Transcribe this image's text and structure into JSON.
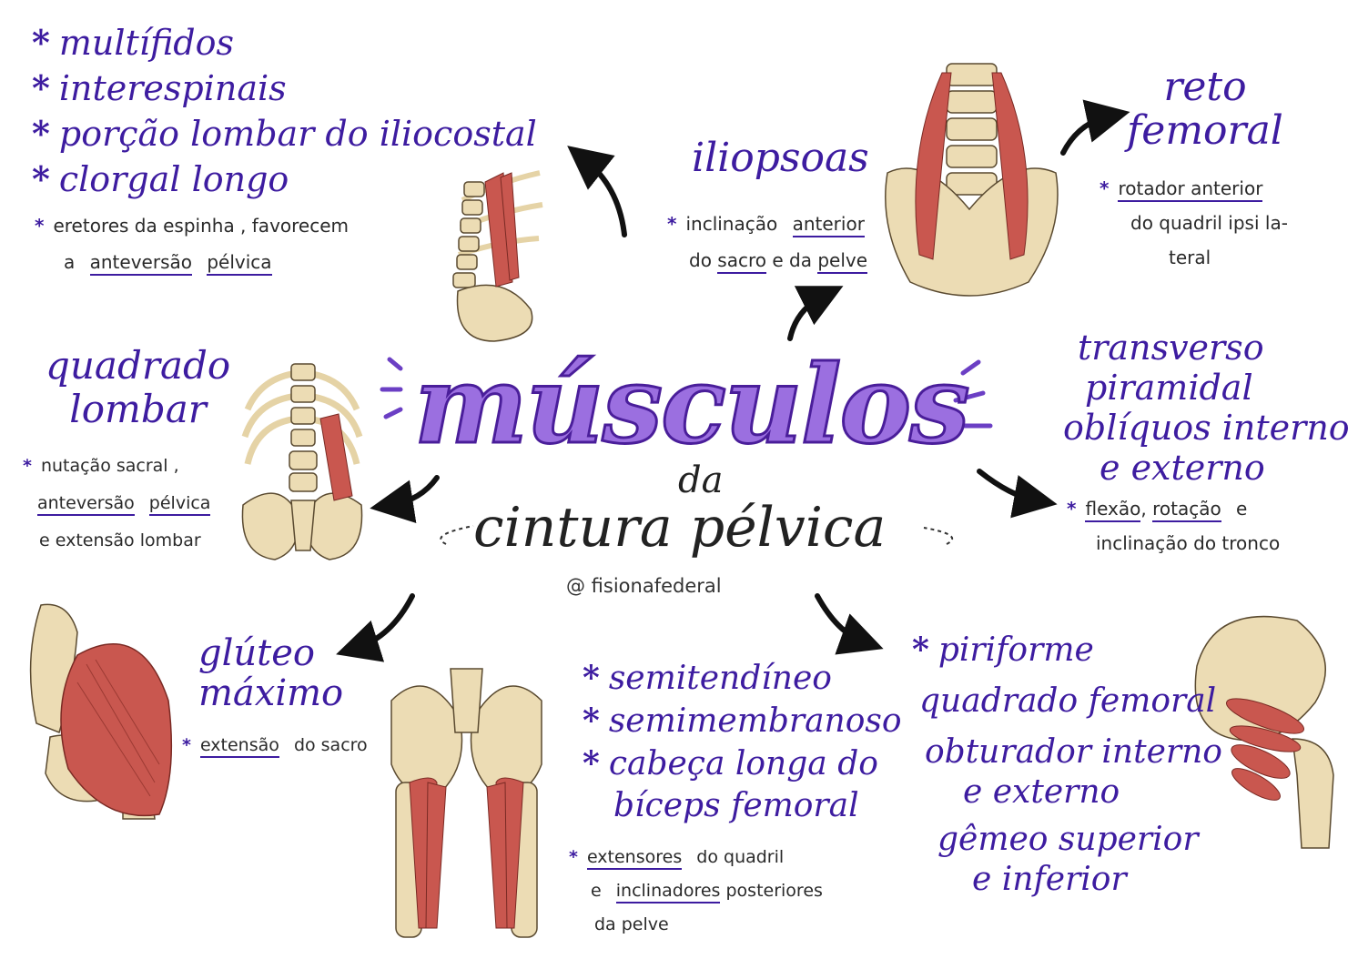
{
  "colors": {
    "accent": "#3d1ca0",
    "title_fill": "#9b6fe0",
    "muscle": "#c9574f",
    "bone": "#ecdcb4"
  },
  "title": {
    "main": "músculos",
    "da": "da",
    "sub": "cintura pélvica"
  },
  "handle": "@ fisionafederal",
  "star": "*",
  "sections": {
    "spinal": {
      "list": [
        "multífidos",
        "interespinais",
        "porção lombar do iliocostal",
        "clorgal longo"
      ],
      "note_line1": "eretores da espinha , favorecem",
      "note_a": "a",
      "note_u1": "anteversão",
      "note_u2": "pélvica"
    },
    "iliopsoas": {
      "title": "iliopsoas",
      "note_a": "inclinação",
      "note_u1": "anterior",
      "note_b": "do",
      "note_u2": "sacro",
      "note_c": "e da",
      "note_u3": "pelve"
    },
    "reto": {
      "title1": "reto",
      "title2": "femoral",
      "note_u1": "rotador anterior",
      "note_2": "do quadril ipsi la-",
      "note_3": "teral"
    },
    "quadrado": {
      "title1": "quadrado",
      "title2": "lombar",
      "note_1": "nutação sacral ,",
      "note_u1": "anteversão",
      "note_u2": "pélvica",
      "note_3": "e extensão lombar"
    },
    "transverso": {
      "t1": "transverso",
      "t2": "piramidal",
      "t3": "oblíquos interno",
      "t4": "e externo",
      "note_u1": "flexão",
      "note_comma": ",",
      "note_u2": "rotação",
      "note_e": "e",
      "note_2": "inclinação do tronco"
    },
    "gluteo": {
      "title1": "glúteo",
      "title2": "máximo",
      "note_u1": "extensão",
      "note_rest": "do sacro"
    },
    "hamstrings": {
      "list": [
        "semitendíneo",
        "semimembranoso",
        "cabeça longa do",
        "bíceps femoral"
      ],
      "note_u1": "extensores",
      "note_rest1": "do quadril",
      "note_e": "e",
      "note_u2": "inclinadores",
      "note_rest2": "posteriores",
      "note_3": "da pelve"
    },
    "rotators": {
      "l1": "piriforme",
      "l2": "quadrado femoral",
      "l3": "obturador interno",
      "l4": "e externo",
      "l5": "gêmeo superior",
      "l6": "e inferior"
    }
  }
}
